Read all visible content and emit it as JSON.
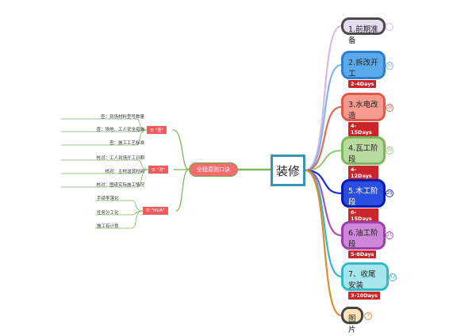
{
  "central": {
    "label": "装修"
  },
  "principle": {
    "label": "全程原则口诀",
    "categories": [
      {
        "label": "☰ \"查\"",
        "items": [
          "查：到场材料型号数量",
          "查：场地、工人安全措施",
          "查：施工工艺标准"
        ]
      },
      {
        "label": "☰ \"对\"",
        "items": [
          "核对：工人到场开工日期",
          "核对：主材送货时间",
          "核对：图纸实际施工情况"
        ]
      },
      {
        "label": "☰ \"HUA\"",
        "items": [
          "手续李落化",
          "任务分工化",
          "施工有计划"
        ]
      }
    ]
  },
  "stages": [
    {
      "label": "1.前期准备",
      "days": "",
      "count": "",
      "fill": "#e6dcef",
      "border": "#4a4a4a",
      "line": "#d9b8e6"
    },
    {
      "label": "2.拆改开工",
      "days": "2-4Days",
      "count": "20",
      "fill": "#5aa9ea",
      "border": "#2f7fd0",
      "line": "#7fb7ea"
    },
    {
      "label": "3.水电改造",
      "days": "4-15Days",
      "count": "26",
      "fill": "#f49a8f",
      "border": "#e05a4a",
      "line": "#e06a5a"
    },
    {
      "label": "4.瓦工阶段",
      "days": "4-12Days",
      "count": "15",
      "fill": "#b9dba0",
      "border": "#7ab85a",
      "line": "#9cc97a"
    },
    {
      "label": "5.木工阶段",
      "days": "6-15Days",
      "count": "25",
      "fill": "#2a4fe0",
      "border": "#0b1bb0",
      "line": "#1b2fd0"
    },
    {
      "label": "6.油工阶段",
      "days": "5-8Days",
      "count": "21",
      "fill": "#cf86d8",
      "border": "#9b3fab",
      "line": "#a653b5"
    },
    {
      "label": "7、收尾安装",
      "days": "3-10Days",
      "count": "12",
      "fill": "#a8e6ee",
      "border": "#33b8c9",
      "line": "#33b8c9"
    },
    {
      "label": "图片",
      "days": "",
      "count": "7",
      "fill": "#ffe3b8",
      "border": "#444444",
      "line": "#e08a2a"
    }
  ]
}
